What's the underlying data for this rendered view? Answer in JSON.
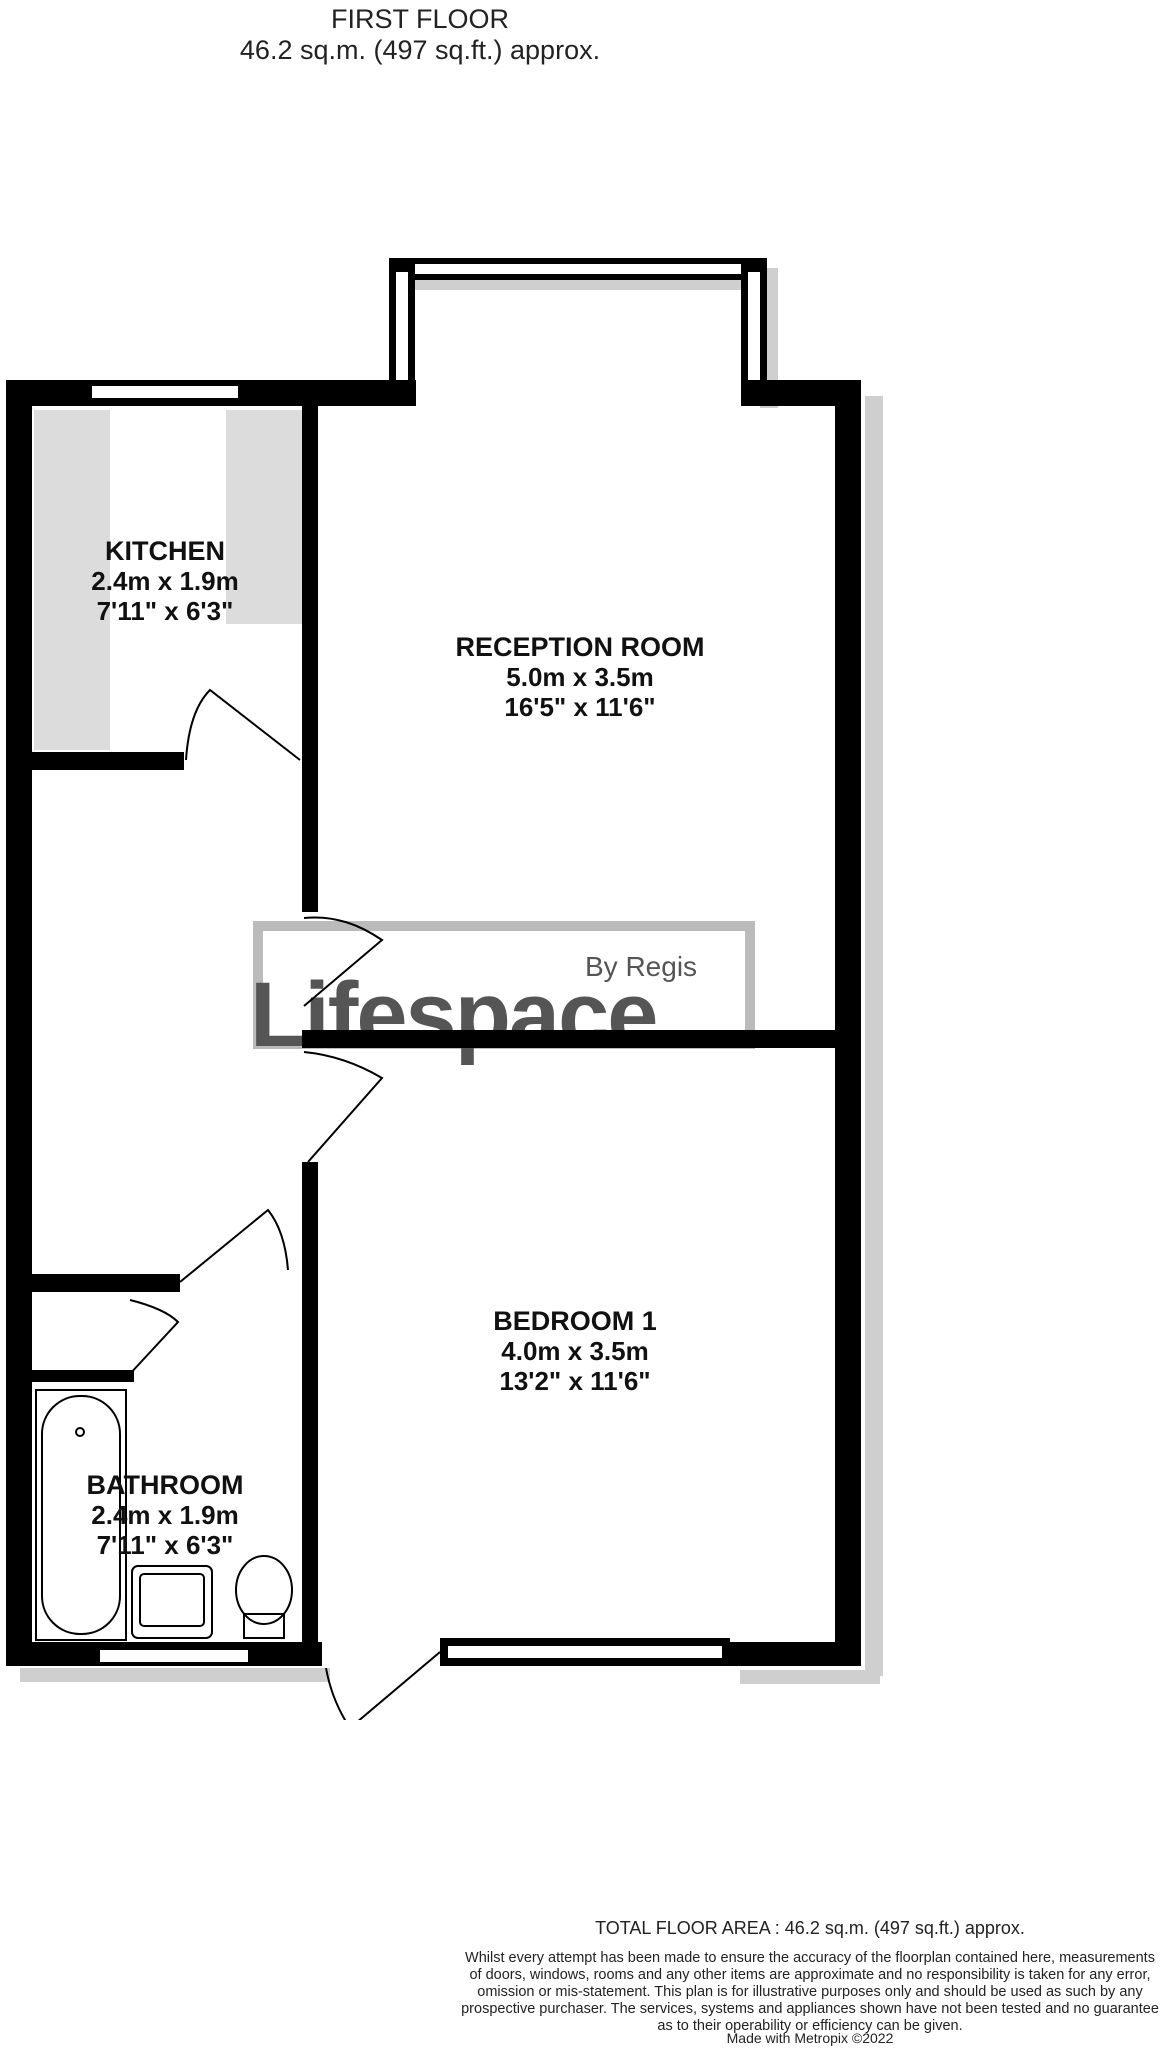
{
  "header": {
    "floor_name": "FIRST FLOOR",
    "floor_area": "46.2 sq.m. (497 sq.ft.) approx."
  },
  "rooms": {
    "kitchen": {
      "name": "KITCHEN",
      "metric": "2.4m  x 1.9m",
      "imperial": "7'11\"  x 6'3\""
    },
    "reception": {
      "name": "RECEPTION ROOM",
      "metric": "5.0m  x 3.5m",
      "imperial": "16'5\"  x 11'6\""
    },
    "bedroom": {
      "name": "BEDROOM 1",
      "metric": "4.0m  x 3.5m",
      "imperial": "13'2\"  x 11'6\""
    },
    "bathroom": {
      "name": "BATHROOM",
      "metric": "2.4m  x 1.9m",
      "imperial": "7'11\"  x 6'3\""
    }
  },
  "watermark": {
    "brand": "Lifespace",
    "tagline": "By Regis"
  },
  "footer": {
    "total_area": "TOTAL FLOOR AREA : 46.2 sq.m. (497 sq.ft.) approx.",
    "disclaimer": [
      "Whilst every attempt has been made to ensure the accuracy of the floorplan contained here, measurements",
      "of doors, windows, rooms and any other items are approximate and no responsibility is taken for any error,",
      "omission or mis-statement. This plan is for illustrative purposes only and should be used as such by any",
      "prospective purchaser. The services, systems and appliances shown have not been tested and no guarantee",
      "as to their operability or efficiency can be given."
    ],
    "credit": "Made with Metropix ©2022"
  },
  "colors": {
    "wall": "#000000",
    "shadow": "#c8c8c8",
    "worktop": "#dcdcdc",
    "watermark": "#555555",
    "watermark_frame": "#bbbbbb"
  }
}
